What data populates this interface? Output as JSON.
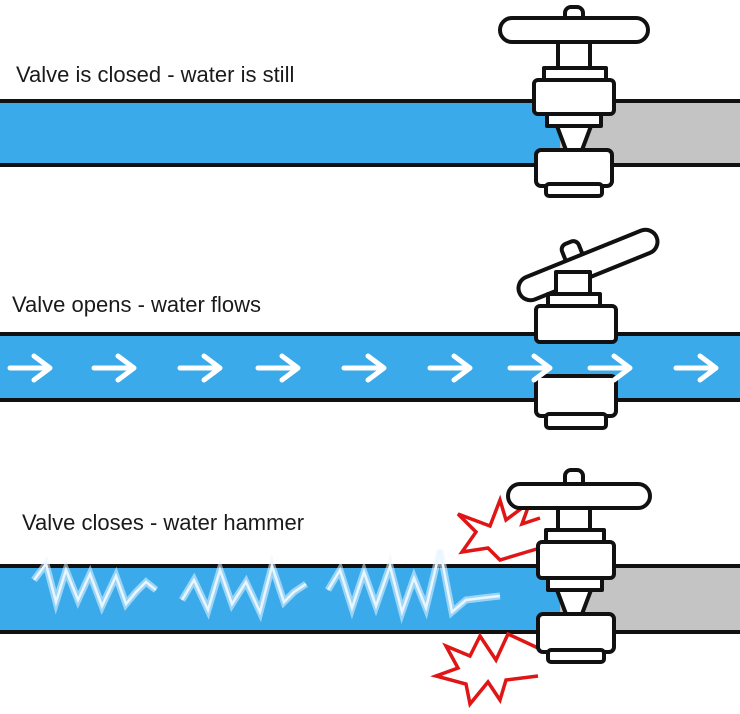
{
  "panels": [
    {
      "caption": "Valve is closed - water is still",
      "state": "closed",
      "flow": "still"
    },
    {
      "caption": "Valve opens - water flows",
      "state": "open",
      "flow": "arrows"
    },
    {
      "caption": "Valve closes - water hammer",
      "state": "closed",
      "flow": "hammer"
    }
  ],
  "colors": {
    "water": "#3aaaea",
    "empty_pipe": "#c4c4c4",
    "outline": "#111111",
    "valve_fill": "#ffffff",
    "arrow": "#ffffff",
    "shock_wave": "#e9f6ff",
    "impact": "#e01515"
  },
  "icons": [
    "valve-handwheel-icon",
    "flow-arrow-icon",
    "impact-burst-icon",
    "shock-wave-icon"
  ]
}
